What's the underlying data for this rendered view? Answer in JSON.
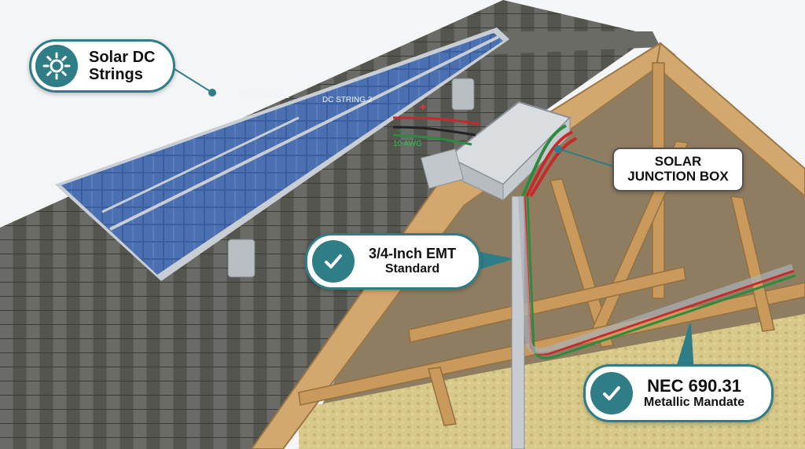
{
  "callouts": {
    "solar_dc": {
      "line1": "Solar DC",
      "line2": "Strings"
    },
    "junction_box": {
      "line1": "SOLAR",
      "line2": "JUNCTION BOX"
    },
    "emt": {
      "line1": "3/4-Inch EMT",
      "line2": "Standard"
    },
    "nec": {
      "line1": "NEC 690.31",
      "line2": "Metallic Mandate"
    }
  },
  "panel_labels": {
    "string1": "DC STRING 1",
    "string2": "DC STRING 2"
  },
  "wire_labels": {
    "plus": "+",
    "minus": "−",
    "gauge": "10 AWG"
  },
  "icons": {
    "sun": "sun-icon",
    "check": "checkmark-icon"
  },
  "colors": {
    "accent": "#2f7d86",
    "panel": "#3c5f9c",
    "lumber": "#c9a06a",
    "shingle": "#5b5b58",
    "wire_red": "#c62a2a",
    "wire_green": "#2e8a3e"
  }
}
